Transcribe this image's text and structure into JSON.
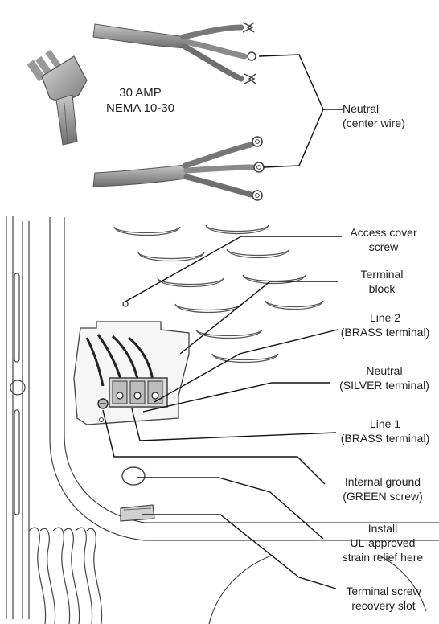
{
  "plug": {
    "rating_line1": "30 AMP",
    "rating_line2": "NEMA 10-30"
  },
  "neutral_note": {
    "line1": "Neutral",
    "line2": "(center wire)"
  },
  "callouts": [
    {
      "line1": "Access cover",
      "line2": "screw"
    },
    {
      "line1": "Terminal",
      "line2": "block"
    },
    {
      "line1": "Line 2",
      "line2": "(BRASS terminal)"
    },
    {
      "line1": "Neutral",
      "line2": "(SILVER terminal)"
    },
    {
      "line1": "Line 1",
      "line2": "(BRASS terminal)"
    },
    {
      "line1": "Internal ground",
      "line2": "(GREEN screw)"
    },
    {
      "line1": "Install",
      "line2": "UL-approved",
      "line3": "strain relief here"
    },
    {
      "line1": "Terminal screw",
      "line2": "recovery slot"
    }
  ]
}
